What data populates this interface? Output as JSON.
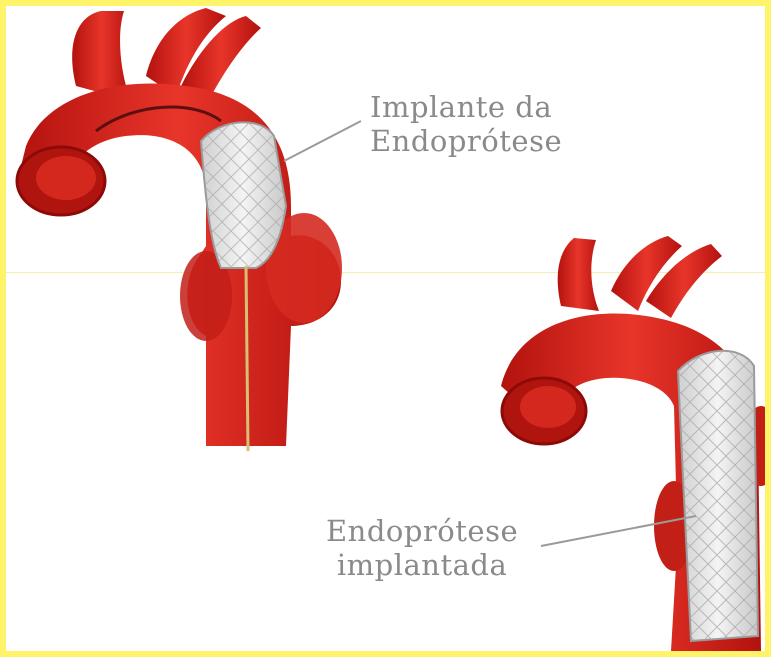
{
  "labels": {
    "top": {
      "line1": "Implante da",
      "line2": "Endoprótese"
    },
    "bottom": {
      "line1": "Endoprótese",
      "line2": "implantada"
    }
  },
  "colors": {
    "frame": "#fff36a",
    "vessel": "#e0281e",
    "vessel_dark": "#a80f0c",
    "stent": "#e8e8e8",
    "guidewire": "#d8c070",
    "label_text": "#8a8a8a"
  }
}
